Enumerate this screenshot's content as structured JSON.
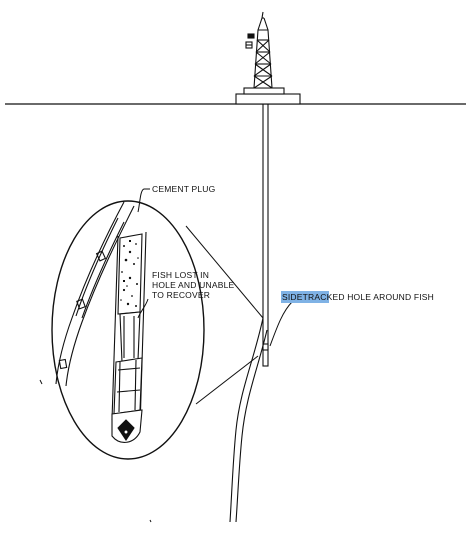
{
  "labels": {
    "cement_plug": "CEMENT PLUG",
    "fish_line1": "FISH LOST IN",
    "fish_line2": "HOLE AND UNABLE",
    "fish_line3": "TO RECOVER",
    "sidetrack_highlight": "SIDETRACK",
    "sidetrack_rest": "ED HOLE AROUND FISH"
  },
  "colors": {
    "ink": "#111111",
    "selection_highlight": "#7fb2e5",
    "background": "#ffffff"
  },
  "icons": {
    "derrick": "drilling-rig-icon"
  }
}
